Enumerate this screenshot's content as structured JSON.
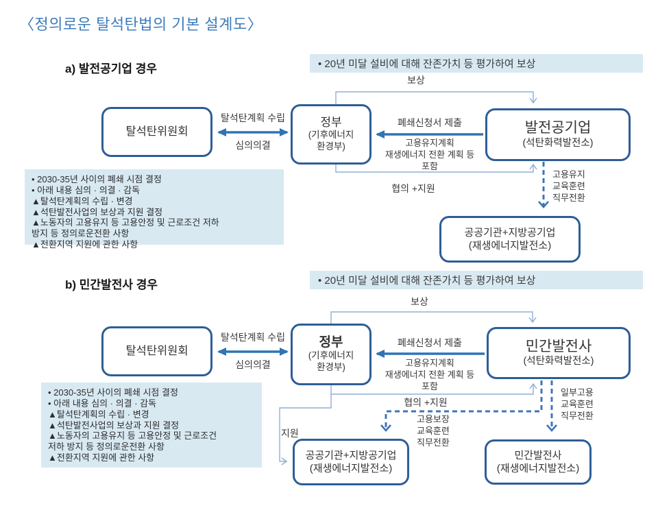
{
  "title": "〈정의로운 탈석탄법의 기본 설계도〉",
  "colors": {
    "accent_blue": "#3c7cbd",
    "box_border": "#2e5d96",
    "arrow_blue": "#2f74b5",
    "thin_line": "#8fafd4",
    "dashed_line": "#3e74b8",
    "note_bg": "#d8e9f2"
  },
  "section_a": {
    "heading": "a) 발전공기업 경우",
    "note": "• 20년 미달 설비에 대해 잔존가치 등 평가하여 보상",
    "boxes": {
      "committee": {
        "title": "탈석탄위원회"
      },
      "government": {
        "title": "정부",
        "subtitle": "(기후에너지\n환경부)"
      },
      "coal_power": {
        "title": "발전공기업",
        "subtitle": "(석탄화력발전소)"
      },
      "renewable": {
        "title": "공공기관+지방공기업",
        "subtitle": "(재생에너지발전소)"
      }
    },
    "labels": {
      "plan": "탈석탄계획 수립",
      "deliberate": "심의의결",
      "compensation": "보상",
      "closure_request": "폐쇄신청서 제출",
      "closure_detail": "고용유지계획\n재생에너지 전환 계획 등\n포함",
      "consult_support": "협의 +지원",
      "job_transition": "고용유지\n교육훈련\n직무전환"
    },
    "infobox": [
      "• 2030-35년 사이의 폐쇄 시점 결정",
      "• 아래 내용 심의 · 의결 · 감독",
      "▲탈석탄계획의 수립 · 변경",
      "▲석탄발전사업의 보상과 지원 결정",
      "▲노동자의 고용유지 등 고용안정 및 근로조건 저하\n방지 등 정의로운전환 사항",
      "▲전환지역 지원에 관한 사항"
    ]
  },
  "section_b": {
    "heading": "b) 민간발전사 경우",
    "note": "• 20년 미달 설비에 대해 잔존가치 등 평가하여 보상",
    "boxes": {
      "committee": {
        "title": "탈석탄위원회"
      },
      "government": {
        "title": "정부",
        "subtitle": "(기후에너지\n환경부)"
      },
      "coal_power": {
        "title": "민간발전사",
        "subtitle": "(석탄화력발전소)"
      },
      "renewable_public": {
        "title": "공공기관+지방공기업",
        "subtitle": "(재생에너지발전소)"
      },
      "renewable_private": {
        "title": "민간발전사",
        "subtitle": "(재생에너지발전소)"
      }
    },
    "labels": {
      "plan": "탈석탄계획 수립",
      "deliberate": "심의의결",
      "compensation": "보상",
      "closure_request": "폐쇄신청서 제출",
      "closure_detail": "고용유지계획\n재생에너지 전환 계획 등\n포함",
      "consult_support": "협의 +지원",
      "support": "지원",
      "job_guarantee": "고용보장\n교육훈련\n직무전환",
      "partial_job": "일부고용\n교육훈련\n직무전환"
    },
    "infobox": [
      "• 2030-35년 사이의 폐쇄 시점 결정",
      "• 아래 내용 심의 · 의결 · 감독",
      "▲탈석탄계획의 수립 · 변경",
      "▲석탄발전사업의 보상과 지원 결정",
      "▲노동자의 고용유지 등 고용안정 및 근로조건\n저하 방지 등 정의로운전환 사항",
      "▲전환지역 지원에 관한 사항"
    ]
  }
}
